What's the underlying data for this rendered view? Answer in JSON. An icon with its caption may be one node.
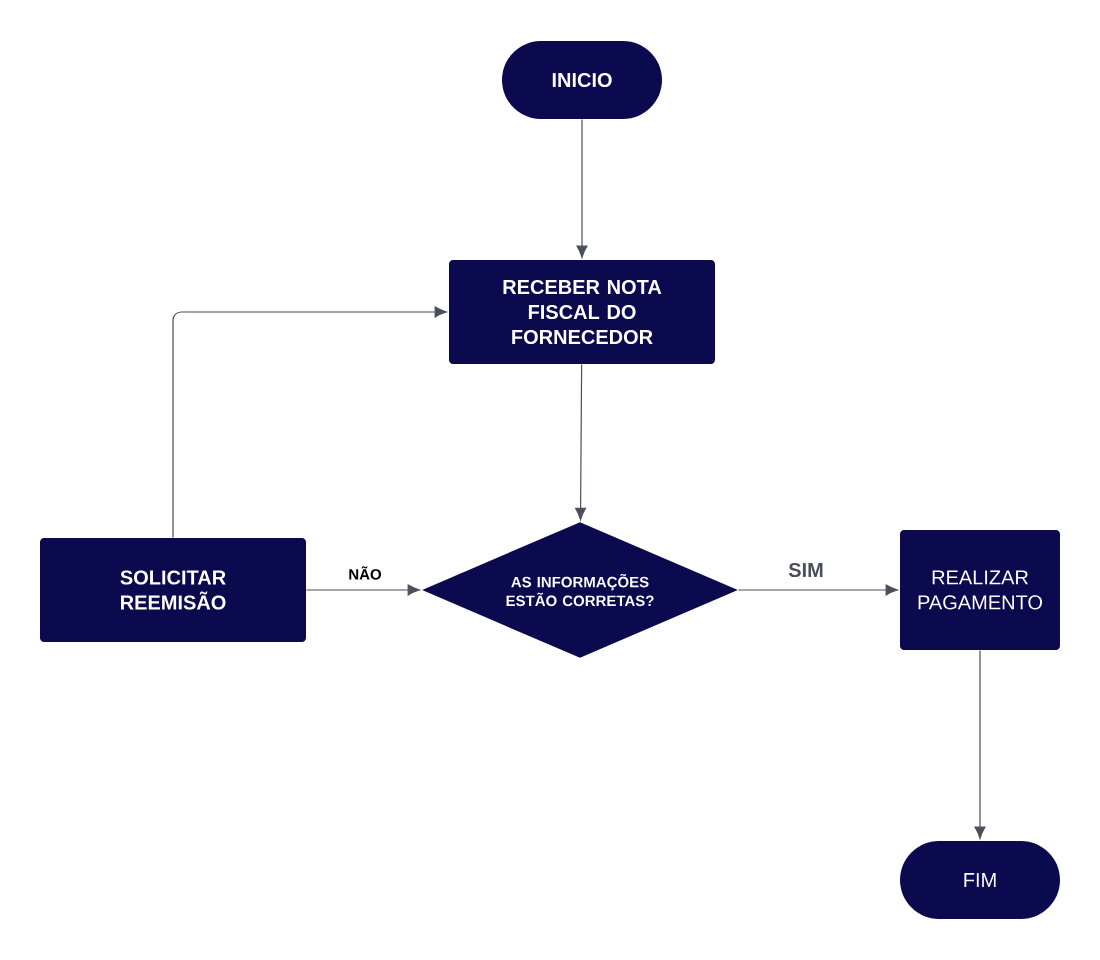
{
  "diagram": {
    "nodes": [
      {
        "text": [
          "INICIO"
        ]
      },
      {
        "text": [
          "RECEBER NOTA FISCAL DO FORNECEDOR"
        ]
      },
      {
        "text": [
          "SOLICITAR REEMISÃO"
        ]
      },
      {
        "text": [
          "AS INFORMAÇÕES ESTÃO CORRETAS?"
        ]
      },
      {
        "text": [
          "REALIZAR PAGAMENTO"
        ]
      },
      {
        "text": [
          "FIM"
        ]
      }
    ],
    "edges": [
      {
        "from": 0,
        "to": 1,
        "arrow": "to"
      },
      {
        "from": 1,
        "to": 3,
        "arrow": "to"
      },
      {
        "from": 2,
        "to": 1,
        "arrow": "to"
      },
      {
        "from": 2,
        "to": 3,
        "arrow": "to",
        "label": "NÃO"
      },
      {
        "from": 3,
        "to": 4,
        "arrow": "to",
        "label": "SIM"
      },
      {
        "from": 4,
        "to": 5,
        "arrow": "to"
      }
    ]
  }
}
